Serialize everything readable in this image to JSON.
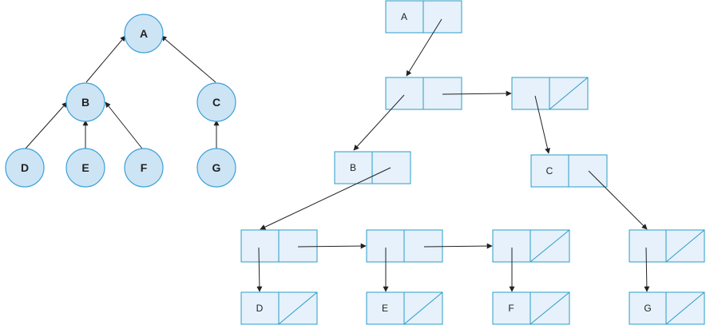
{
  "tree": {
    "nodes": [
      {
        "id": "A",
        "label": "A"
      },
      {
        "id": "B",
        "label": "B"
      },
      {
        "id": "C",
        "label": "C"
      },
      {
        "id": "D",
        "label": "D"
      },
      {
        "id": "E",
        "label": "E"
      },
      {
        "id": "F",
        "label": "F"
      },
      {
        "id": "G",
        "label": "G"
      }
    ],
    "parent_links": [
      {
        "child": "B",
        "parent": "A"
      },
      {
        "child": "C",
        "parent": "A"
      },
      {
        "child": "D",
        "parent": "B"
      },
      {
        "child": "E",
        "parent": "B"
      },
      {
        "child": "F",
        "parent": "B"
      },
      {
        "child": "G",
        "parent": "C"
      }
    ]
  },
  "binary_list": {
    "labeled_nodes": [
      {
        "id": "A",
        "label": "A"
      },
      {
        "id": "B",
        "label": "B"
      },
      {
        "id": "C",
        "label": "C"
      },
      {
        "id": "D",
        "label": "D"
      },
      {
        "id": "E",
        "label": "E"
      },
      {
        "id": "F",
        "label": "F"
      },
      {
        "id": "G",
        "label": "G"
      }
    ]
  }
}
